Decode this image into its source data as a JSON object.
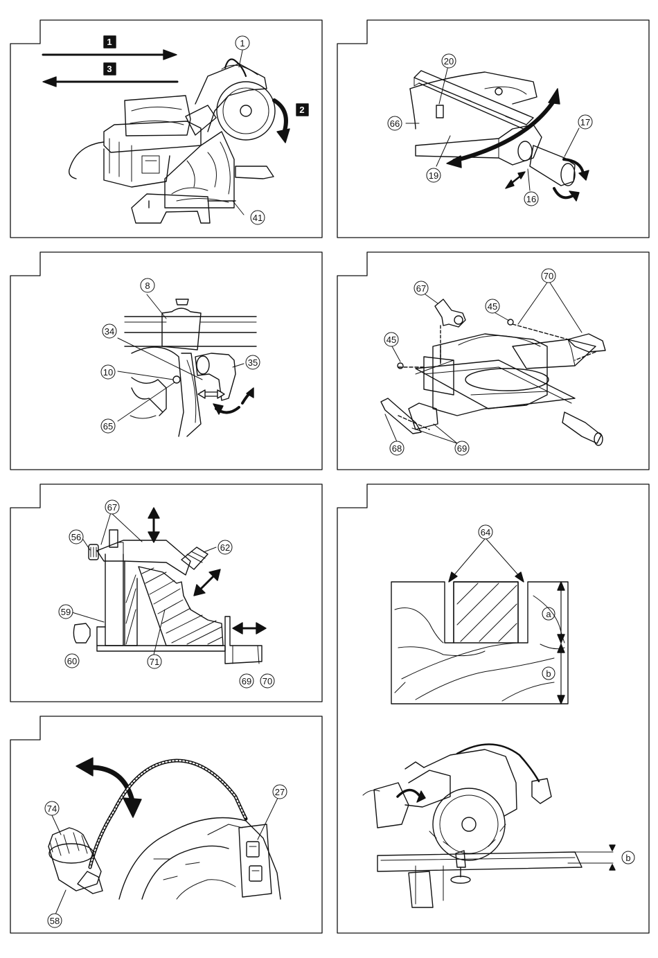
{
  "panels": [
    {
      "id": "p1",
      "callouts": [
        "1",
        "41"
      ],
      "step_boxes": [
        "1",
        "2",
        "3"
      ]
    },
    {
      "id": "p2",
      "callouts": [
        "20",
        "66",
        "17",
        "19",
        "16"
      ]
    },
    {
      "id": "p3",
      "callouts": [
        "8",
        "34",
        "35",
        "10",
        "65"
      ]
    },
    {
      "id": "p4",
      "callouts": [
        "67",
        "70",
        "45",
        "45",
        "68",
        "69"
      ]
    },
    {
      "id": "p5",
      "callouts": [
        "67",
        "56",
        "62",
        "59",
        "60",
        "71",
        "69",
        "70"
      ]
    },
    {
      "id": "p6",
      "callouts": [
        "64",
        "a",
        "b",
        "b"
      ]
    },
    {
      "id": "p7",
      "callouts": [
        "74",
        "27",
        "58"
      ]
    }
  ],
  "colors": {
    "line": "#111111",
    "background": "#ffffff",
    "step_box": "#111111"
  }
}
